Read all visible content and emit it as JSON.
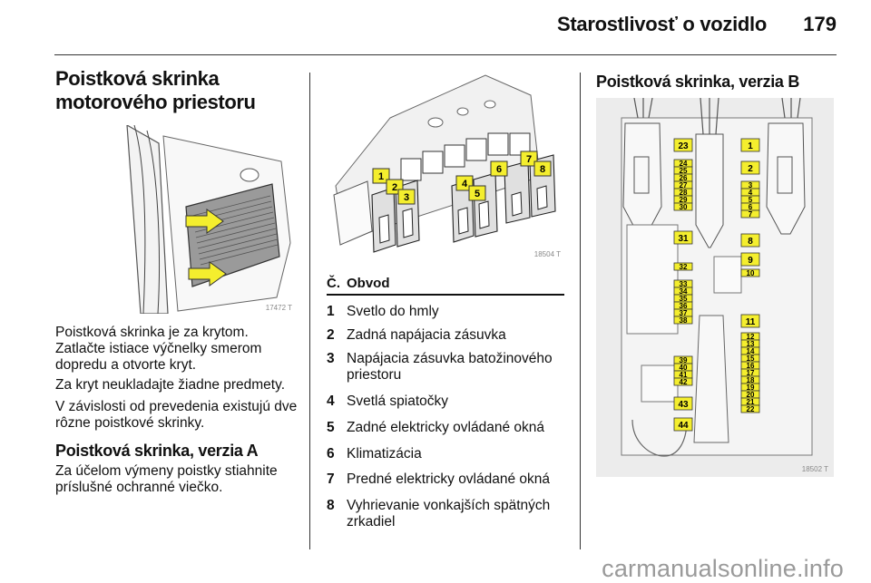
{
  "header": {
    "title": "Starostlivosť o vozidlo",
    "page_number": "179"
  },
  "col1": {
    "title_line1": "Poistková skrinka",
    "title_line2": "motorového priestoru",
    "photo_label": "17472 T",
    "para1": "Poistková skrinka je za krytom. Zatlačte istiace výčnelky smerom dopredu a otvorte kryt.",
    "para2": "Za kryt neukladajte žiadne predmety.",
    "para3": "V závislosti od prevedenia existujú dve rôzne poistkové skrinky.",
    "subhead": "Poistková skrinka, verzia A",
    "para4": "Za účelom výmeny poistky stiahnite príslušné ochranné viečko."
  },
  "col2": {
    "figure_label": "18504 T",
    "relay_numbers": [
      "1",
      "2",
      "3",
      "4",
      "5",
      "6",
      "7",
      "8"
    ],
    "table": {
      "col_num": "Č.",
      "col_circuit": "Obvod",
      "rows": [
        {
          "num": "1",
          "text": "Svetlo do hmly"
        },
        {
          "num": "2",
          "text": "Zadná napájacia zásuvka"
        },
        {
          "num": "3",
          "text": "Napájacia zásuvka batožinového priestoru"
        },
        {
          "num": "4",
          "text": "Svetlá spiatočky"
        },
        {
          "num": "5",
          "text": "Zadné elektricky ovládané okná"
        },
        {
          "num": "6",
          "text": "Klimatizácia"
        },
        {
          "num": "7",
          "text": "Predné elektricky ovládané okná"
        },
        {
          "num": "8",
          "text": "Vyhrievanie vonkajších spätných zrkadiel"
        }
      ]
    }
  },
  "col3": {
    "title": "Poistková skrinka, verzia B",
    "figure_label": "18502 T",
    "fuse_colors": {
      "label_fill": "#f4ee2e",
      "label_border": "#333333"
    },
    "left_fuses": [
      "23",
      "24",
      "25",
      "26",
      "27",
      "28",
      "29",
      "30",
      "31",
      "32",
      "33",
      "34",
      "35",
      "36",
      "37",
      "38",
      "39",
      "40",
      "41",
      "42",
      "43",
      "44"
    ],
    "right_fuses": [
      "1",
      "2",
      "3",
      "4",
      "5",
      "6",
      "7",
      "8",
      "9",
      "10",
      "11",
      "12",
      "13",
      "14",
      "15",
      "16",
      "17",
      "18",
      "19",
      "20",
      "21",
      "22"
    ]
  },
  "watermark": "carmanualsonline.info"
}
